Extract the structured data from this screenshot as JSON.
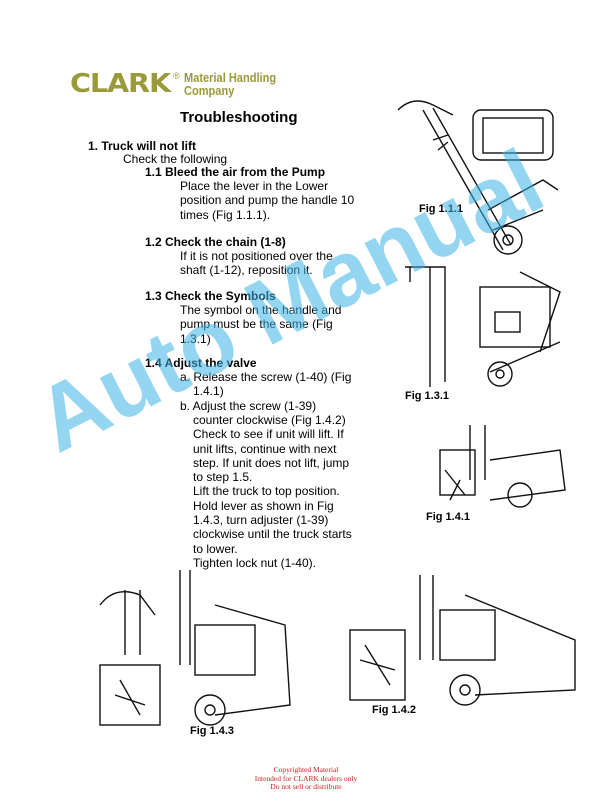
{
  "logo": {
    "brand": "CLARK",
    "reg": "®",
    "line1": "Material Handling",
    "line2": "Company"
  },
  "title": "Troubleshooting",
  "section": {
    "heading": "1. Truck will not lift",
    "intro": "Check the following"
  },
  "steps": [
    {
      "heading": "1.1 Bleed the air from the Pump",
      "lines": [
        "Place the lever in the Lower",
        "position and pump the handle 10",
        "times (Fig 1.1.1)."
      ]
    },
    {
      "heading": "1.2 Check the chain (1-8)",
      "lines": [
        "If it is not positioned over the",
        "shaft (1-12), reposition it."
      ]
    },
    {
      "heading": "1.3 Check the Symbols",
      "lines": [
        "The symbol on the handle and",
        "pump must be the same (Fig",
        "1.3.1)"
      ]
    },
    {
      "heading": "1.4 Adjust the valve",
      "lines": [
        "a. Release the screw (1-40) (Fig",
        "1.4.1)",
        "b. Adjust the screw (1-39)",
        "counter clockwise (Fig 1.4.2)",
        "Check to see if unit will lift. If",
        "unit lifts, continue with next",
        "step. If unit does not lift, jump",
        "to step 1.5.",
        "Lift the truck to top position.",
        "Hold lever as shown in Fig",
        "1.4.3, turn adjuster (1-39)",
        "clockwise until the truck starts",
        "to lower.",
        "Tighten lock nut (1-40)."
      ]
    }
  ],
  "figures": {
    "f111": "Fig 1.1.1",
    "f131": "Fig 1.3.1",
    "f141": "Fig 1.4.1",
    "f142": "Fig 1.4.2",
    "f143": "Fig 1.4.3"
  },
  "watermark": "Auto Manual",
  "footer": [
    "Copyrighted Material",
    "Intended for CLARK dealers only",
    "Do not sell or distribute"
  ]
}
